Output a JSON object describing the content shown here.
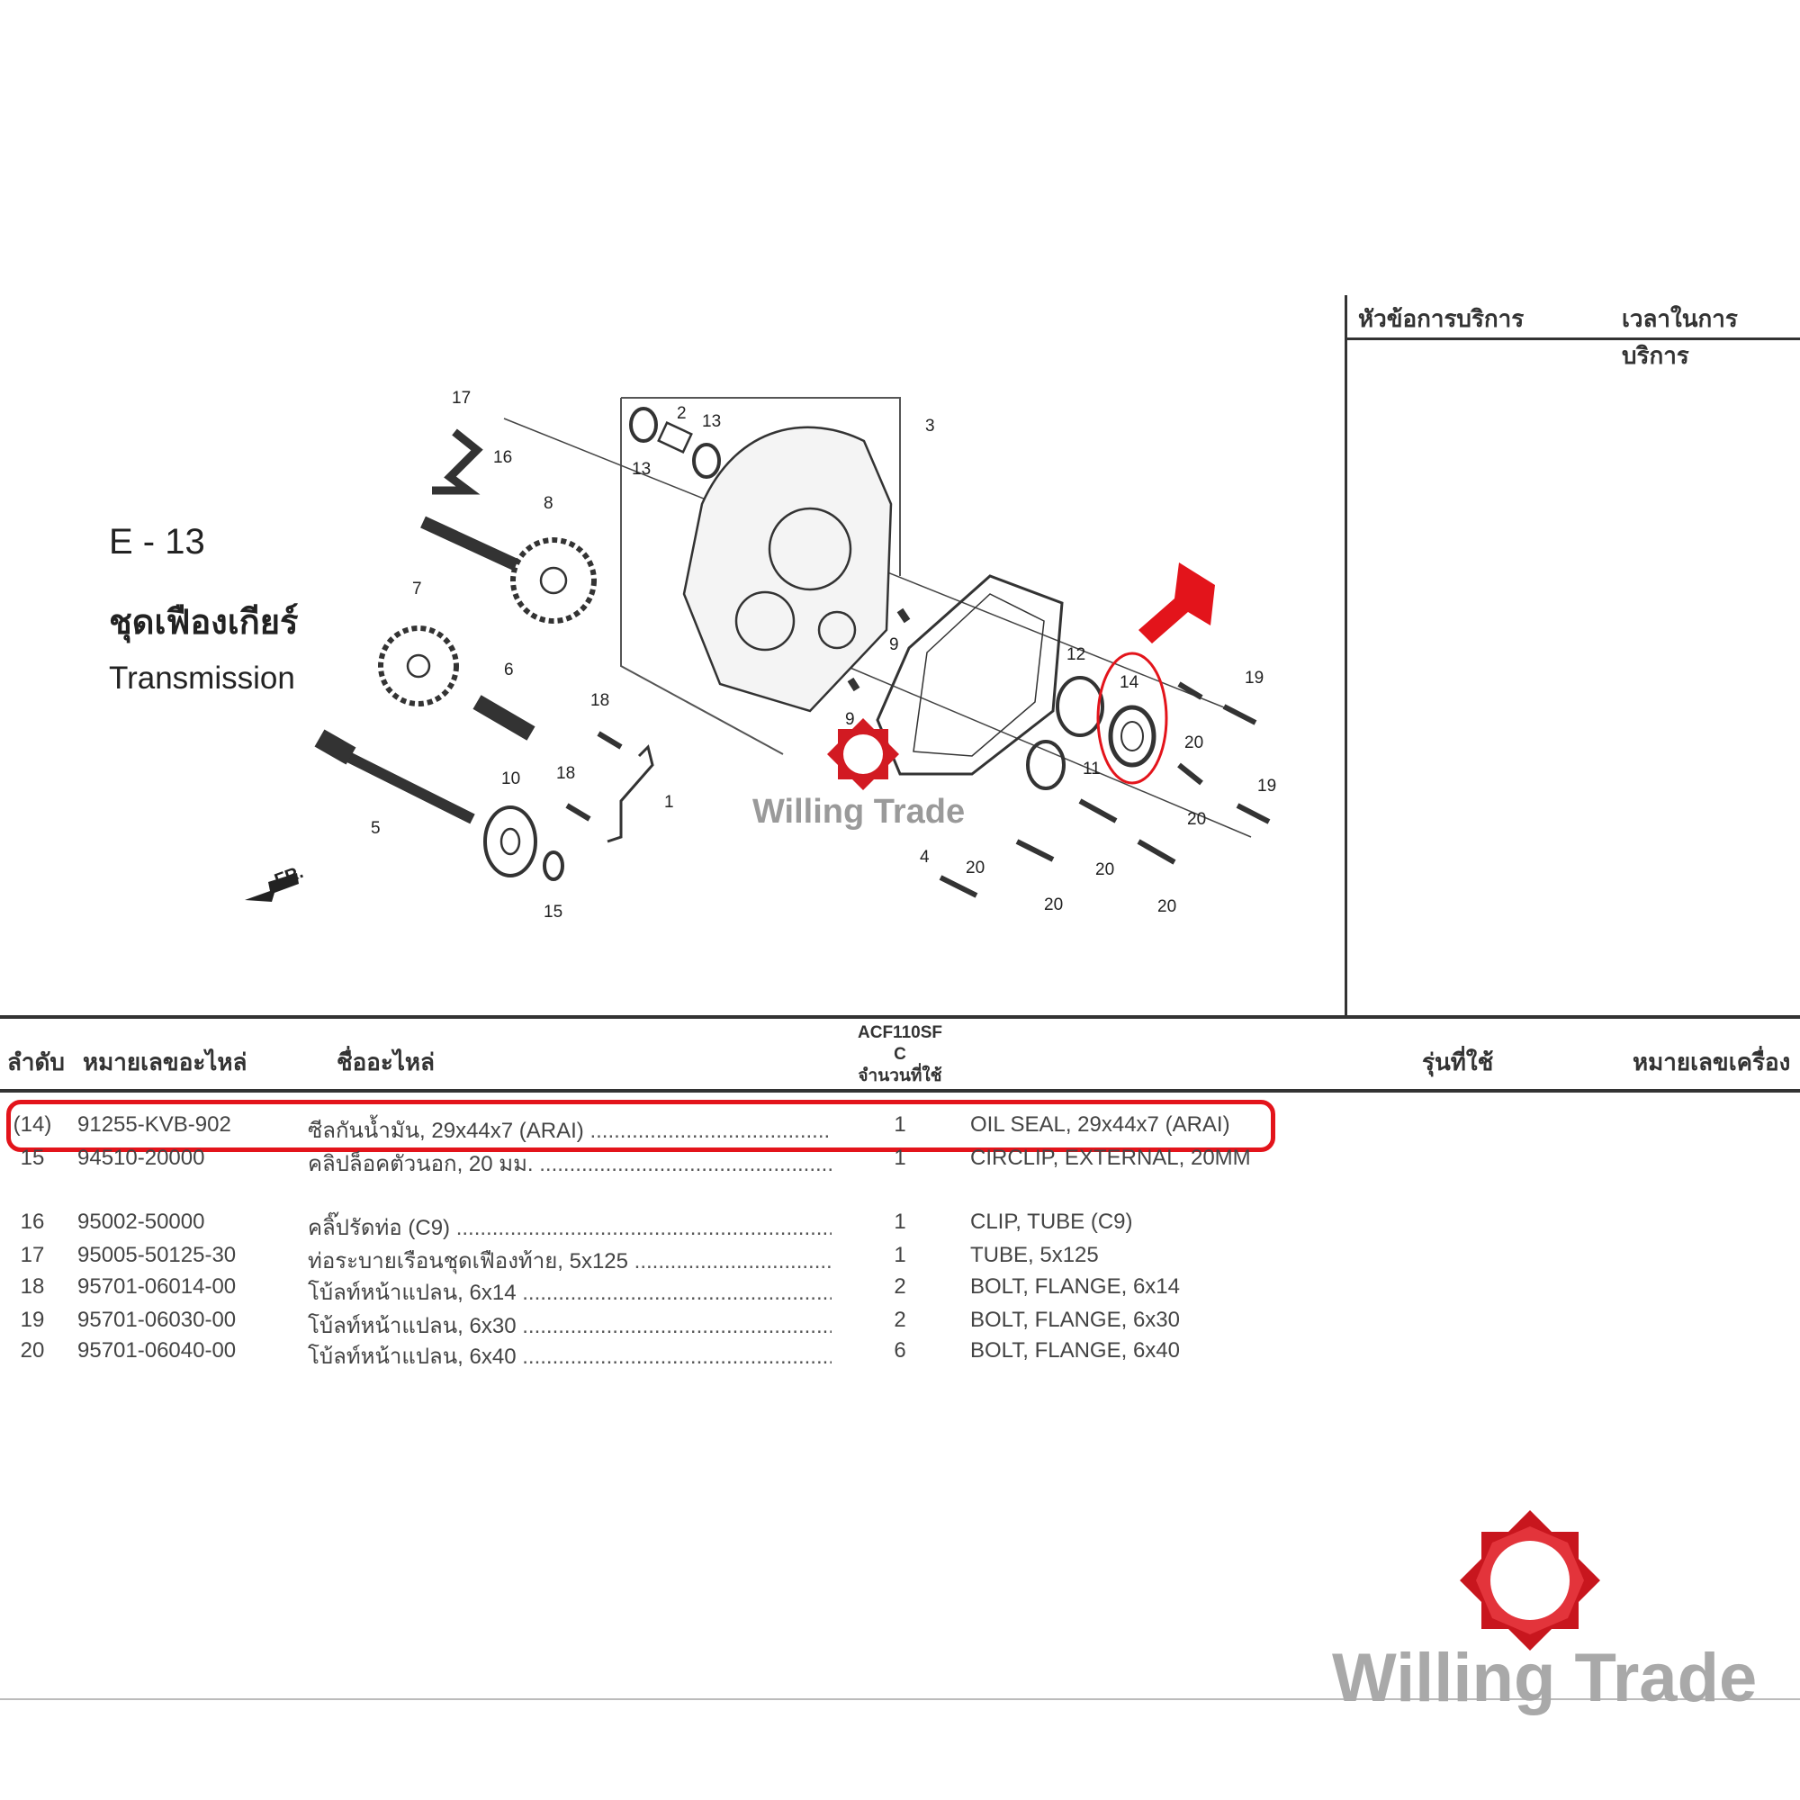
{
  "diagram": {
    "code": "E - 13",
    "title_th": "ชุดเฟืองเกียร์",
    "title_en": "Transmission",
    "front_label": "FR.",
    "callouts": [
      "17",
      "16",
      "2",
      "13",
      "13",
      "3",
      "8",
      "7",
      "6",
      "18",
      "18",
      "1",
      "10",
      "5",
      "15",
      "9",
      "9",
      "4",
      "12",
      "14",
      "11",
      "19",
      "19",
      "20",
      "20",
      "20",
      "20",
      "20",
      "20"
    ],
    "accent_color": "#e3141b"
  },
  "service_panel": {
    "topic_header": "หัวข้อการบริการ",
    "time_header": "เวลาในการบริการ"
  },
  "table": {
    "headers": {
      "index": "ลำดับ",
      "part_number": "หมายเลขอะไหล่",
      "part_name": "ชื่ออะไหล่",
      "model_line1": "ACF110SF",
      "model_line2": "C",
      "quantity": "จำนวนที่ใช้",
      "model_used": "รุ่นที่ใช้",
      "engine_number": "หมายเลขเครื่อง"
    },
    "rows": [
      {
        "index": "(14)",
        "part_number": "91255-KVB-902",
        "name_th": "ซีลกันน้ำมัน, 29x44x7 (ARAI)",
        "qty": "1",
        "name_en": "OIL SEAL, 29x44x7 (ARAI)",
        "highlighted": true
      },
      {
        "index": "15",
        "part_number": "94510-20000",
        "name_th": "คลิปล็อคตัวนอก, 20 มม.",
        "qty": "1",
        "name_en": "CIRCLIP, EXTERNAL, 20MM"
      },
      {
        "index": "16",
        "part_number": "95002-50000",
        "name_th": "คลิ๊ปรัดท่อ (C9)",
        "qty": "1",
        "name_en": "CLIP, TUBE (C9)"
      },
      {
        "index": "17",
        "part_number": "95005-50125-30",
        "name_th": "ท่อระบายเรือนชุดเฟืองท้าย, 5x125",
        "qty": "1",
        "name_en": "TUBE, 5x125"
      },
      {
        "index": "18",
        "part_number": "95701-06014-00",
        "name_th": "โบ้ลท์หน้าแปลน, 6x14",
        "qty": "2",
        "name_en": "BOLT, FLANGE, 6x14"
      },
      {
        "index": "19",
        "part_number": "95701-06030-00",
        "name_th": "โบ้ลท์หน้าแปลน, 6x30",
        "qty": "2",
        "name_en": "BOLT, FLANGE, 6x30"
      },
      {
        "index": "20",
        "part_number": "95701-06040-00",
        "name_th": "โบ้ลท์หน้าแปลน, 6x40",
        "qty": "6",
        "name_en": "BOLT, FLANGE, 6x40"
      }
    ]
  },
  "watermark": {
    "brand": "Willing Trade"
  }
}
